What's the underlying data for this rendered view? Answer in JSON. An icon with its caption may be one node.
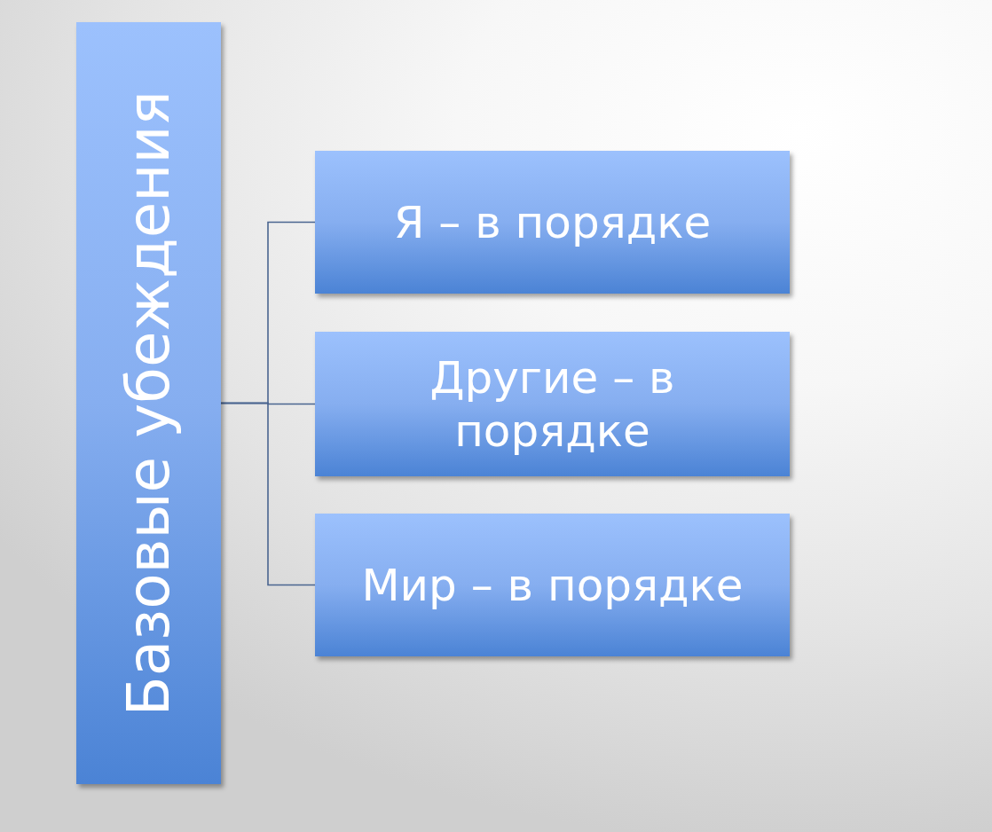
{
  "diagram": {
    "nodes": [
      {
        "text": [
          "Базовые убеждения"
        ]
      },
      {
        "text": [
          "Я – в порядке"
        ]
      },
      {
        "text": [
          "Другие – в порядке"
        ]
      },
      {
        "text": [
          "Мир – в порядке"
        ]
      }
    ],
    "edges": [
      {
        "from": 0,
        "to": 1,
        "arrow": "none"
      },
      {
        "from": 0,
        "to": 2,
        "arrow": "none"
      },
      {
        "from": 0,
        "to": 3,
        "arrow": "none"
      }
    ]
  }
}
